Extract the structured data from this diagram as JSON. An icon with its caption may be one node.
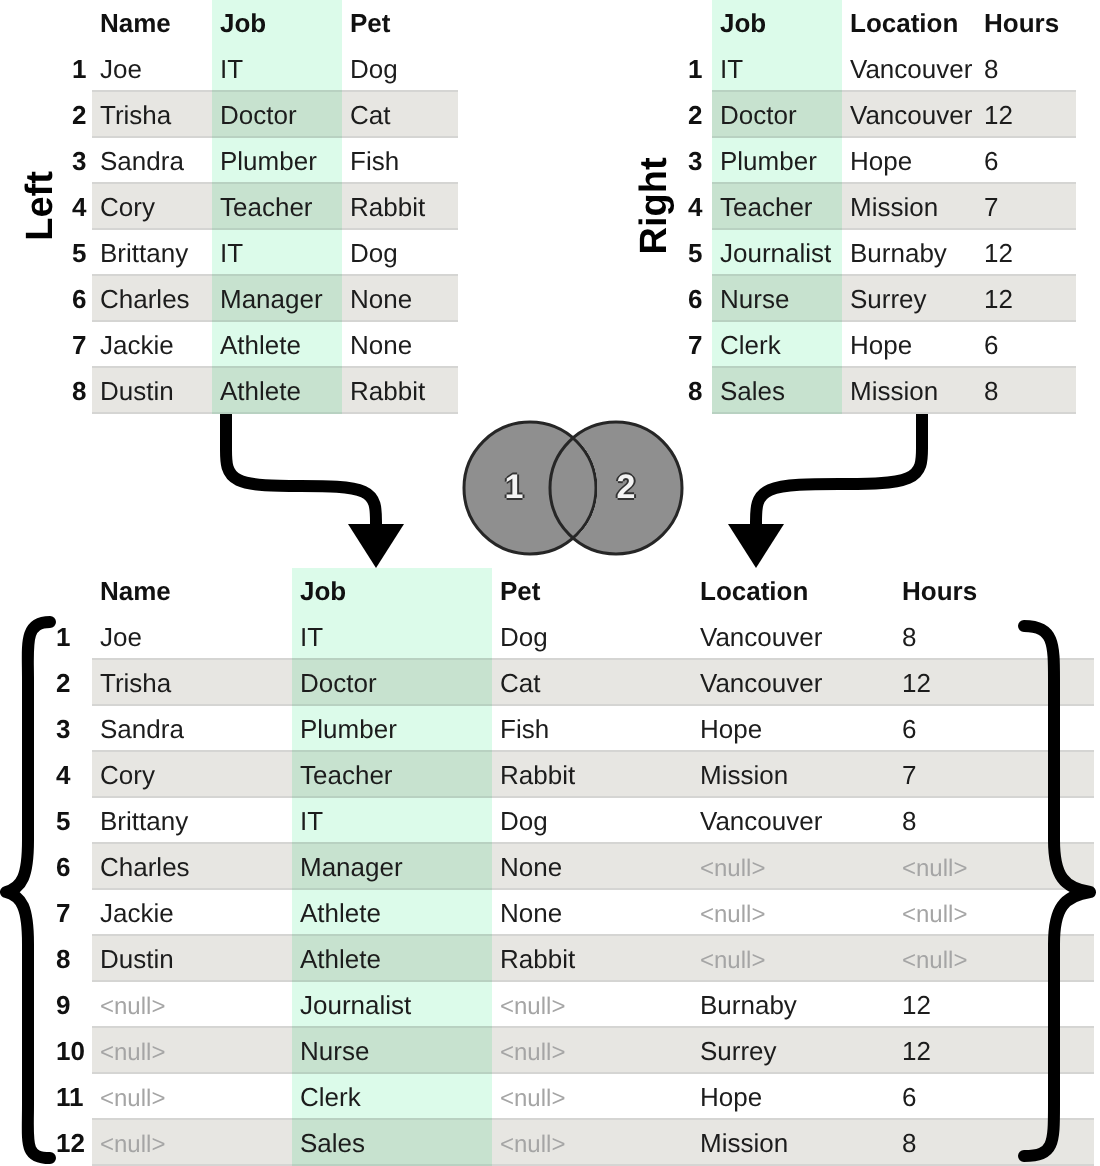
{
  "diagram": {
    "nodes": [
      {
        "text": [
          "Name",
          "Job",
          "Pet",
          "1",
          "Joe",
          "IT",
          "Dog",
          "2",
          "Trisha",
          "Doctor",
          "Cat",
          "3",
          "Sandra",
          "Plumber",
          "Fish",
          "4",
          "Cory",
          "Teacher",
          "Rabbit",
          "5",
          "Brittany",
          "IT",
          "Dog",
          "6",
          "Charles",
          "Manager",
          "None",
          "7",
          "Jackie",
          "Athlete",
          "None",
          "8",
          "Dustin",
          "Athlete",
          "Rabbit"
        ],
        "beside": [
          "Left"
        ]
      },
      {
        "text": [
          "Job",
          "Location",
          "Hours",
          "1",
          "IT",
          "Vancouver",
          "8",
          "2",
          "Doctor",
          "Vancouver",
          "12",
          "3",
          "Plumber",
          "Hope",
          "6",
          "4",
          "Teacher",
          "Mission",
          "7",
          "5",
          "Journalist",
          "Burnaby",
          "12",
          "6",
          "Nurse",
          "Surrey",
          "12",
          "7",
          "Clerk",
          "Hope",
          "6",
          "8",
          "Sales",
          "Mission",
          "8"
        ],
        "beside": [
          "Right"
        ]
      },
      {
        "text": [
          "1"
        ]
      },
      {
        "text": [
          "2"
        ]
      },
      {
        "text": [
          "Name",
          "Job",
          "Pet",
          "Location",
          "Hours",
          "1",
          "Joe",
          "IT",
          "Dog",
          "Vancouver",
          "8",
          "2",
          "Trisha",
          "Doctor",
          "Cat",
          "Vancouver",
          "12",
          "3",
          "Sandra",
          "Plumber",
          "Fish",
          "Hope",
          "6",
          "4",
          "Cory",
          "Teacher",
          "Rabbit",
          "Mission",
          "7",
          "5",
          "Brittany",
          "IT",
          "Dog",
          "Vancouver",
          "8",
          "6",
          "Charles",
          "Manager",
          "None",
          "<null>",
          "<null>",
          "7",
          "Jackie",
          "Athlete",
          "None",
          "<null>",
          "<null>",
          "8",
          "Dustin",
          "Athlete",
          "Rabbit",
          "<null>",
          "<null>",
          "9",
          "<null>",
          "Journalist",
          "<null>",
          "Burnaby",
          "12",
          "10",
          "<null>",
          "Nurse",
          "<null>",
          "Surrey",
          "12",
          "11",
          "<null>",
          "Clerk",
          "<null>",
          "Hope",
          "6",
          "12",
          "<null>",
          "Sales",
          "<null>",
          "Mission",
          "8"
        ]
      }
    ],
    "edges": [
      {
        "from": 0,
        "to": 4,
        "arrow": "to"
      },
      {
        "from": 1,
        "to": 4,
        "arrow": "to"
      }
    ]
  }
}
